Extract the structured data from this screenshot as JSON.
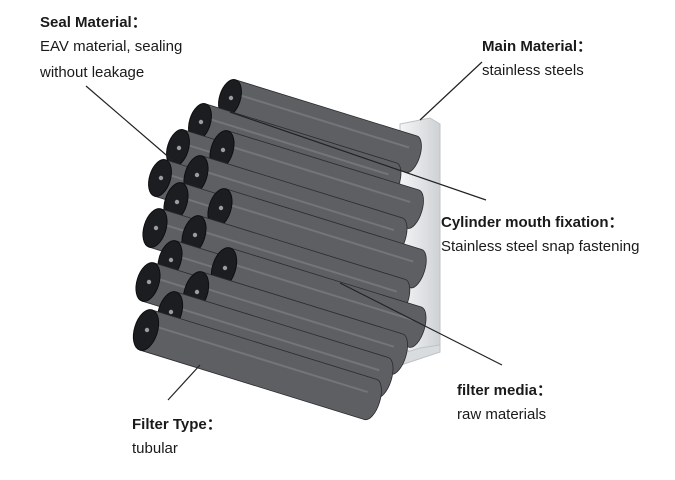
{
  "labels": {
    "seal_material": {
      "title": "Seal Material：",
      "desc": "EAV material, sealing without leakage"
    },
    "main_material": {
      "title": "Main Material：",
      "desc": "stainless steels"
    },
    "cylinder_mouth": {
      "title": "Cylinder mouth fixation：",
      "desc": "Stainless steel snap fastening"
    },
    "filter_media": {
      "title": "filter media：",
      "desc": "raw materials"
    },
    "filter_type": {
      "title": "Filter Type：",
      "desc": "tubular"
    }
  },
  "colors": {
    "cylinder_body": "#5d5f63",
    "cylinder_cap": "#1c1d20",
    "frame": "#e6e8ea",
    "leader_line": "#222222"
  }
}
